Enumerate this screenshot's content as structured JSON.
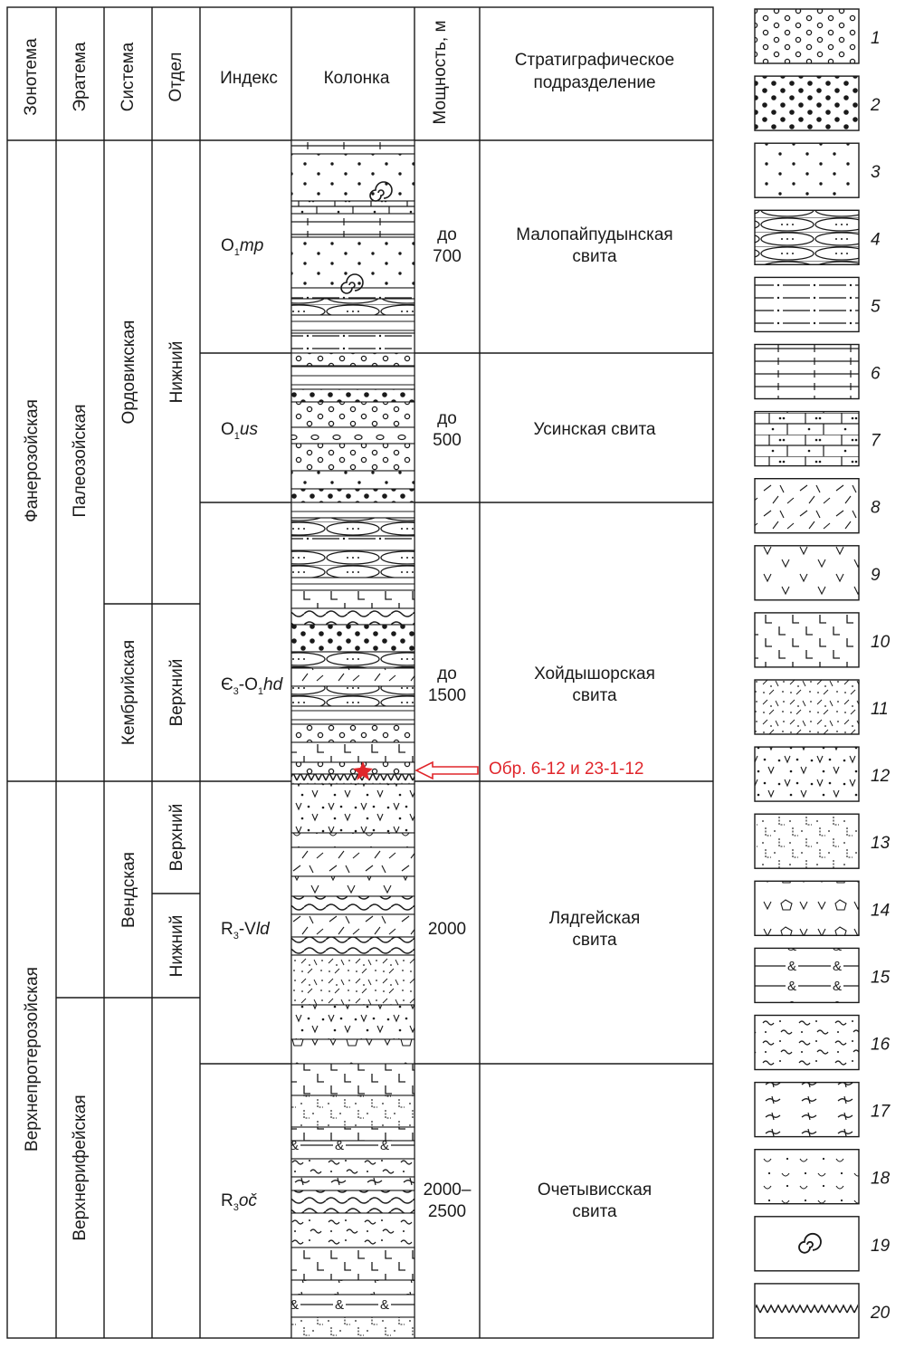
{
  "headers": {
    "eonothem": "Зонотема",
    "erathem": "Эратема",
    "system": "Система",
    "series": "Отдел",
    "index": "Индекс",
    "column": "Колонка",
    "thickness": "Мощность, м",
    "unit": "Стратиграфическое подразделение"
  },
  "eonothems": [
    "Фанерозойская",
    "Верхнепротерозойская"
  ],
  "erathems": [
    "Палеозойская",
    "Верхнерифейская"
  ],
  "systems": [
    "Ордовикская",
    "Кембрийская",
    "Вендская"
  ],
  "series": [
    "Нижний",
    "Верхний",
    "Верхний",
    "Нижний"
  ],
  "formations": [
    {
      "index_main": "O",
      "index_sub": "1",
      "index_ital": "mp",
      "index_full": "O1mp",
      "thickness_1": "до",
      "thickness_2": "700",
      "name_1": "Малопайпудынская",
      "name_2": "свита"
    },
    {
      "index_main": "O",
      "index_sub": "1",
      "index_ital": "us",
      "index_full": "O1us",
      "thickness_1": "до",
      "thickness_2": "500",
      "name_1": "Усинская свита",
      "name_2": ""
    },
    {
      "index_main": "Є",
      "index_sub": "3",
      "index_main2": "-O",
      "index_sub2": "1",
      "index_ital": "hd",
      "index_full": "Є3-O1hd",
      "thickness_1": "до",
      "thickness_2": "1500",
      "name_1": "Хойдышорская",
      "name_2": "свита"
    },
    {
      "index_main": "R",
      "index_sub": "3",
      "index_main2": "-V",
      "index_ital": "ld",
      "index_full": "R3-Vld",
      "thickness_1": "2000",
      "thickness_2": "",
      "name_1": "Лядгейская",
      "name_2": "свита"
    },
    {
      "index_main": "R",
      "index_sub": "3",
      "index_ital": "oč",
      "index_full": "R3oč",
      "thickness_1": "2000–",
      "thickness_2": "2500",
      "name_1": "Очетывисская",
      "name_2": "свита"
    }
  ],
  "sample_label": "Обр. 6-12 и 23-1-12",
  "legend_numbers": [
    "1",
    "2",
    "3",
    "4",
    "5",
    "6",
    "7",
    "8",
    "9",
    "10",
    "11",
    "12",
    "13",
    "14",
    "15",
    "16",
    "17",
    "18",
    "19",
    "20"
  ],
  "colors": {
    "line": "#1a1a1a",
    "annotation": "#e0262b"
  }
}
